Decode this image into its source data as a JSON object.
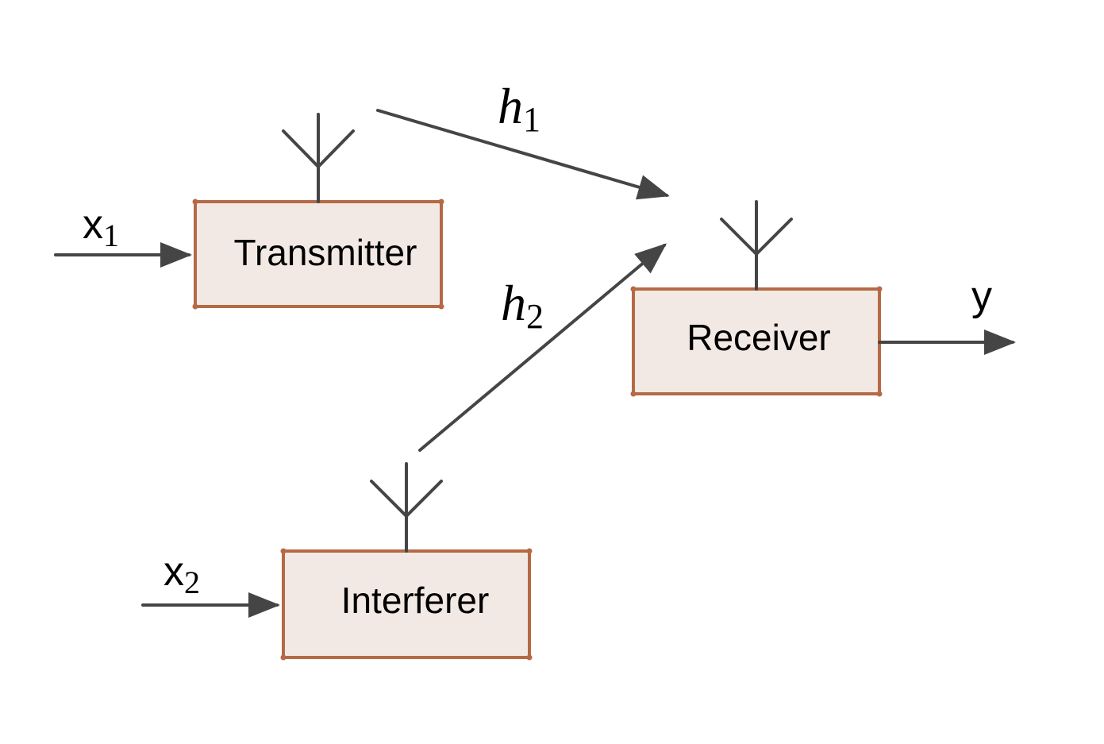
{
  "blocks": {
    "transmitter": "Transmitter",
    "receiver": "Receiver",
    "interferer": "Interferer"
  },
  "signals": {
    "x1": {
      "base": "x",
      "sub": "1"
    },
    "x2": {
      "base": "x",
      "sub": "2"
    },
    "y": "y"
  },
  "channels": {
    "h1": {
      "base": "h",
      "sub": "1"
    },
    "h2": {
      "base": "h",
      "sub": "2"
    }
  },
  "colors": {
    "box_fill": "#f3e9e4",
    "box_border": "#b56a45",
    "line": "#454545"
  }
}
